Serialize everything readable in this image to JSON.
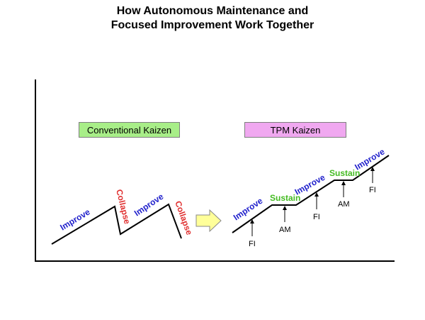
{
  "title": {
    "line1": "How Autonomous Maintenance and",
    "line2": "Focused Improvement Work Together"
  },
  "boxes": {
    "conventional": {
      "label": "Conventional Kaizen",
      "color": "#a8ee88"
    },
    "tpm": {
      "label": "TPM Kaizen",
      "color": "#f0a8f0"
    }
  },
  "conventional": {
    "improve_1": "Improve",
    "collapse_1": "Collapse",
    "improve_2": "Improve",
    "collapse_2": "Collapse"
  },
  "tpm": {
    "improve_1": "Improve",
    "sustain_1": "Sustain",
    "improve_2": "Improve",
    "sustain_2": "Sustain",
    "improve_3": "Improve",
    "fi_1": "FI",
    "am_1": "AM",
    "fi_2": "FI",
    "am_2": "AM",
    "fi_3": "FI"
  },
  "colors": {
    "improve": "#2222cc",
    "collapse": "#e03030",
    "sustain": "#44bb22",
    "arrow_fill": "#ffff99"
  }
}
